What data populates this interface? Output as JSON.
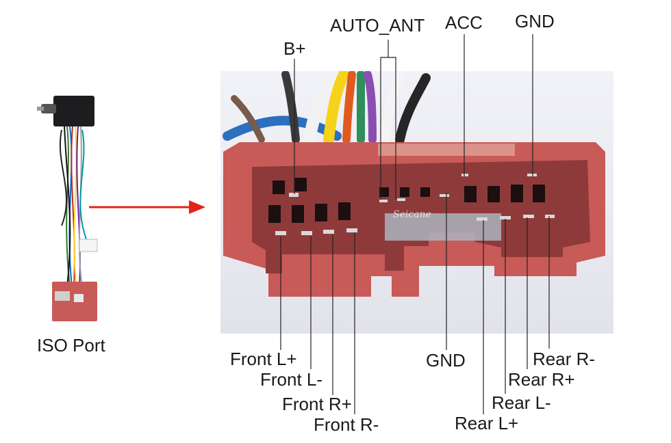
{
  "iso_port_label": "ISO Port",
  "watermark": "Seicane",
  "top_labels": [
    "B+",
    "AUTO_ANT",
    "ACC",
    "GND"
  ],
  "bottom_labels": [
    "Front L+",
    "Front L-",
    "Front R+",
    "Front R-",
    "GND",
    "Rear L+",
    "Rear L-",
    "Rear R+",
    "Rear R-"
  ],
  "colors": {
    "connector": "#c85a58",
    "connector_dark": "#8f3a3a",
    "arrow": "#e2231a",
    "leader_line": "#222222"
  }
}
